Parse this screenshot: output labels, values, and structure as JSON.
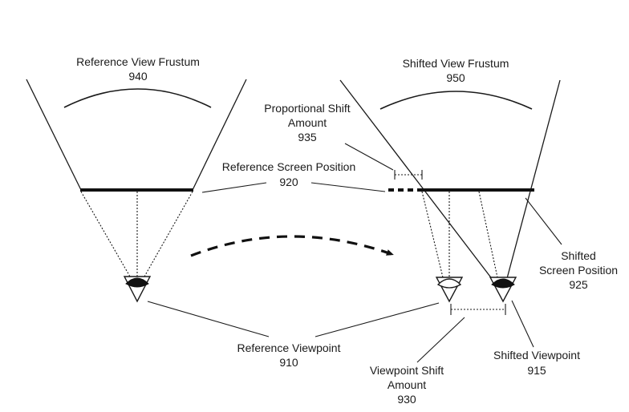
{
  "labels": {
    "reference_frustum": {
      "name": "Reference View Frustum",
      "number": "940"
    },
    "shifted_frustum": {
      "name": "Shifted View Frustum",
      "number": "950"
    },
    "proportional_shift": {
      "line1": "Proportional Shift",
      "line2": "Amount",
      "number": "935"
    },
    "reference_screen": {
      "name": "Reference Screen Position",
      "number": "920"
    },
    "shifted_screen": {
      "line1": "Shifted",
      "line2": "Screen Position",
      "number": "925"
    },
    "reference_viewpoint": {
      "name": "Reference Viewpoint",
      "number": "910"
    },
    "viewpoint_shift": {
      "line1": "Viewpoint Shift",
      "line2": "Amount",
      "number": "930"
    },
    "shifted_viewpoint": {
      "name": "Shifted Viewpoint",
      "number": "915"
    }
  }
}
